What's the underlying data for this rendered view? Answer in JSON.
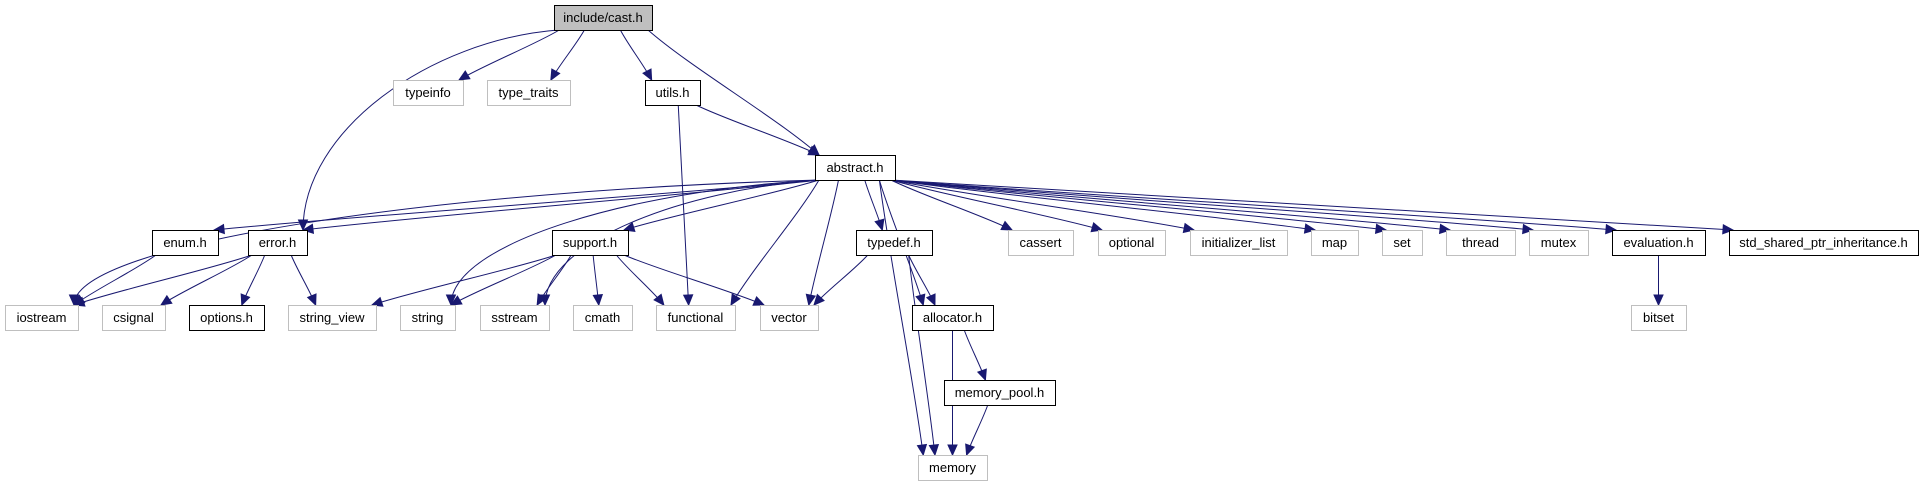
{
  "title": "include/cast.h",
  "colors": {
    "edge": "#191970",
    "root_fill": "#bfbfbf",
    "root_border": "#000000",
    "documented_border": "#000000",
    "external_border": "#bfbfbf",
    "node_fill": "#ffffff"
  },
  "nodes": [
    {
      "id": "cast",
      "label": "include/cast.h",
      "kind": "root"
    },
    {
      "id": "typeinfo",
      "label": "typeinfo",
      "kind": "external"
    },
    {
      "id": "type_traits",
      "label": "type_traits",
      "kind": "external"
    },
    {
      "id": "utils",
      "label": "utils.h",
      "kind": "documented"
    },
    {
      "id": "abstract",
      "label": "abstract.h",
      "kind": "documented"
    },
    {
      "id": "enum",
      "label": "enum.h",
      "kind": "documented"
    },
    {
      "id": "error",
      "label": "error.h",
      "kind": "documented"
    },
    {
      "id": "support",
      "label": "support.h",
      "kind": "documented"
    },
    {
      "id": "typedef",
      "label": "typedef.h",
      "kind": "documented"
    },
    {
      "id": "cassert",
      "label": "cassert",
      "kind": "external"
    },
    {
      "id": "optional",
      "label": "optional",
      "kind": "external"
    },
    {
      "id": "initializer_list",
      "label": "initializer_list",
      "kind": "external"
    },
    {
      "id": "map",
      "label": "map",
      "kind": "external"
    },
    {
      "id": "set",
      "label": "set",
      "kind": "external"
    },
    {
      "id": "thread",
      "label": "thread",
      "kind": "external"
    },
    {
      "id": "mutex",
      "label": "mutex",
      "kind": "external"
    },
    {
      "id": "evaluation",
      "label": "evaluation.h",
      "kind": "documented"
    },
    {
      "id": "std_shared",
      "label": "std_shared_ptr_inheritance.h",
      "kind": "documented"
    },
    {
      "id": "iostream",
      "label": "iostream",
      "kind": "external"
    },
    {
      "id": "csignal",
      "label": "csignal",
      "kind": "external"
    },
    {
      "id": "options",
      "label": "options.h",
      "kind": "documented"
    },
    {
      "id": "string_view",
      "label": "string_view",
      "kind": "external"
    },
    {
      "id": "string",
      "label": "string",
      "kind": "external"
    },
    {
      "id": "sstream",
      "label": "sstream",
      "kind": "external"
    },
    {
      "id": "cmath",
      "label": "cmath",
      "kind": "external"
    },
    {
      "id": "functional",
      "label": "functional",
      "kind": "external"
    },
    {
      "id": "vector",
      "label": "vector",
      "kind": "external"
    },
    {
      "id": "allocator",
      "label": "allocator.h",
      "kind": "documented"
    },
    {
      "id": "bitset",
      "label": "bitset",
      "kind": "external"
    },
    {
      "id": "memory_pool",
      "label": "memory_pool.h",
      "kind": "documented"
    },
    {
      "id": "memory",
      "label": "memory",
      "kind": "external"
    }
  ],
  "edges": [
    [
      "cast",
      "typeinfo"
    ],
    [
      "cast",
      "type_traits"
    ],
    [
      "cast",
      "error"
    ],
    [
      "cast",
      "utils"
    ],
    [
      "cast",
      "abstract"
    ],
    [
      "utils",
      "abstract"
    ],
    [
      "utils",
      "functional"
    ],
    [
      "abstract",
      "iostream"
    ],
    [
      "abstract",
      "enum"
    ],
    [
      "abstract",
      "error"
    ],
    [
      "abstract",
      "support"
    ],
    [
      "abstract",
      "string"
    ],
    [
      "abstract",
      "sstream"
    ],
    [
      "abstract",
      "functional"
    ],
    [
      "abstract",
      "vector"
    ],
    [
      "abstract",
      "memory"
    ],
    [
      "abstract",
      "typedef"
    ],
    [
      "abstract",
      "allocator"
    ],
    [
      "abstract",
      "cassert"
    ],
    [
      "abstract",
      "optional"
    ],
    [
      "abstract",
      "initializer_list"
    ],
    [
      "abstract",
      "map"
    ],
    [
      "abstract",
      "set"
    ],
    [
      "abstract",
      "thread"
    ],
    [
      "abstract",
      "mutex"
    ],
    [
      "abstract",
      "evaluation"
    ],
    [
      "abstract",
      "std_shared"
    ],
    [
      "enum",
      "iostream"
    ],
    [
      "error",
      "iostream"
    ],
    [
      "error",
      "csignal"
    ],
    [
      "error",
      "options"
    ],
    [
      "error",
      "string_view"
    ],
    [
      "support",
      "string_view"
    ],
    [
      "support",
      "string"
    ],
    [
      "support",
      "sstream"
    ],
    [
      "support",
      "cmath"
    ],
    [
      "support",
      "functional"
    ],
    [
      "support",
      "vector"
    ],
    [
      "typedef",
      "vector"
    ],
    [
      "typedef",
      "allocator"
    ],
    [
      "typedef",
      "memory"
    ],
    [
      "allocator",
      "memory"
    ],
    [
      "allocator",
      "memory_pool"
    ],
    [
      "memory_pool",
      "memory"
    ],
    [
      "evaluation",
      "bitset"
    ]
  ]
}
